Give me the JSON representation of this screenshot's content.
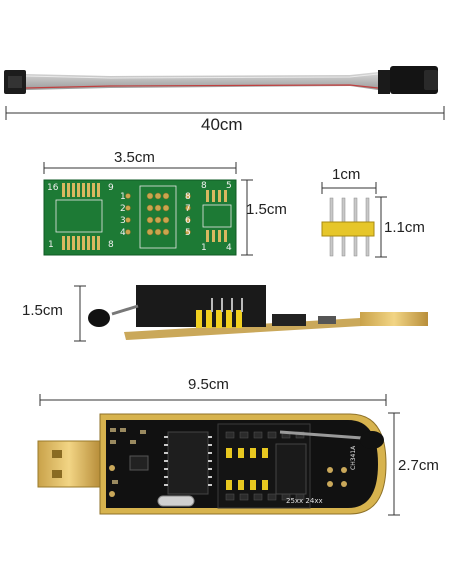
{
  "cable": {
    "length_label": "40cm"
  },
  "adapter_board": {
    "width_label": "3.5cm",
    "height_label": "1.5cm",
    "silkscreen": {
      "pin16": "16",
      "pin9": "9",
      "pin1": "1",
      "pin8": "8",
      "top8": "8",
      "top5": "5",
      "bot1": "1",
      "bot4": "4",
      "mid1": "1",
      "mid2": "2",
      "mid3": "3",
      "mid4": "4",
      "mid5": "5",
      "mid6": "6",
      "mid7": "7",
      "mid8": "8"
    }
  },
  "pin_header": {
    "width_label": "1cm",
    "height_label": "1.1cm"
  },
  "programmer_side": {
    "height_label": "1.5cm"
  },
  "programmer_top": {
    "width_label": "9.5cm",
    "height_label": "2.7cm",
    "board_text": {
      "chip_label": "25xx  24xx",
      "vertical_label": "CH341A"
    }
  }
}
